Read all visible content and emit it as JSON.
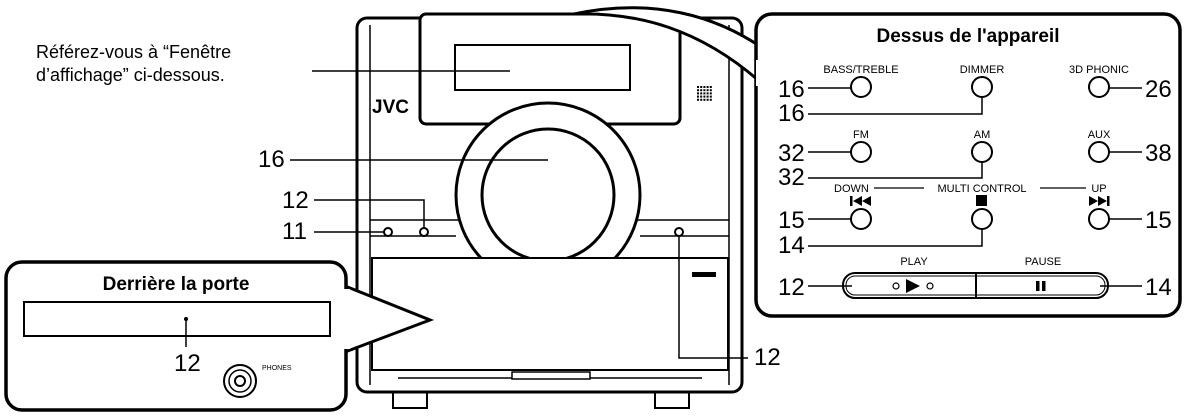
{
  "intro_text": [
    "Référez-vous à “Fenêtre",
    "d’affichage” ci-dessous."
  ],
  "brand_logo": "JVC",
  "top_panel": {
    "title": "Dessus de l'appareil",
    "buttons": {
      "bass_treble": "BASS/TREBLE",
      "dimmer": "DIMMER",
      "phonic_3d": "3D PHONIC",
      "fm": "FM",
      "am": "AM",
      "aux": "AUX",
      "down": "DOWN",
      "multi_control": "MULTI CONTROL",
      "up": "UP",
      "play": "PLAY",
      "pause": "PAUSE"
    },
    "refs": {
      "bass_treble": "16",
      "dimmer": "16",
      "phonic_3d": "26",
      "fm": "32",
      "am": "32",
      "aux": "38",
      "prev": "15",
      "stop": "14",
      "next": "15",
      "play": "12",
      "pause": "14"
    }
  },
  "door_panel": {
    "title": "Derrière la porte",
    "phones_label": "PHONES",
    "refs": {
      "disc_slot": "12"
    }
  },
  "main_refs": {
    "volume_knob": "16",
    "button_12": "12",
    "button_11": "11",
    "door_sensor": "12"
  }
}
